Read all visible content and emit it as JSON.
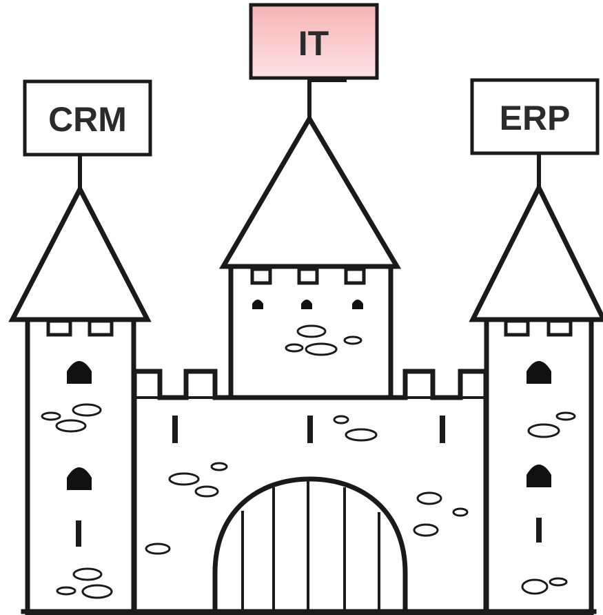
{
  "flags": {
    "left": {
      "label": "CRM",
      "fill": "#ffffff"
    },
    "center": {
      "label": "IT",
      "fill_top": "#f7b3b6",
      "fill_bottom": "#fde3e4"
    },
    "right": {
      "label": "ERP",
      "fill": "#ffffff"
    }
  },
  "colors": {
    "ink": "#1a1a1a",
    "background": "#ffffff"
  }
}
